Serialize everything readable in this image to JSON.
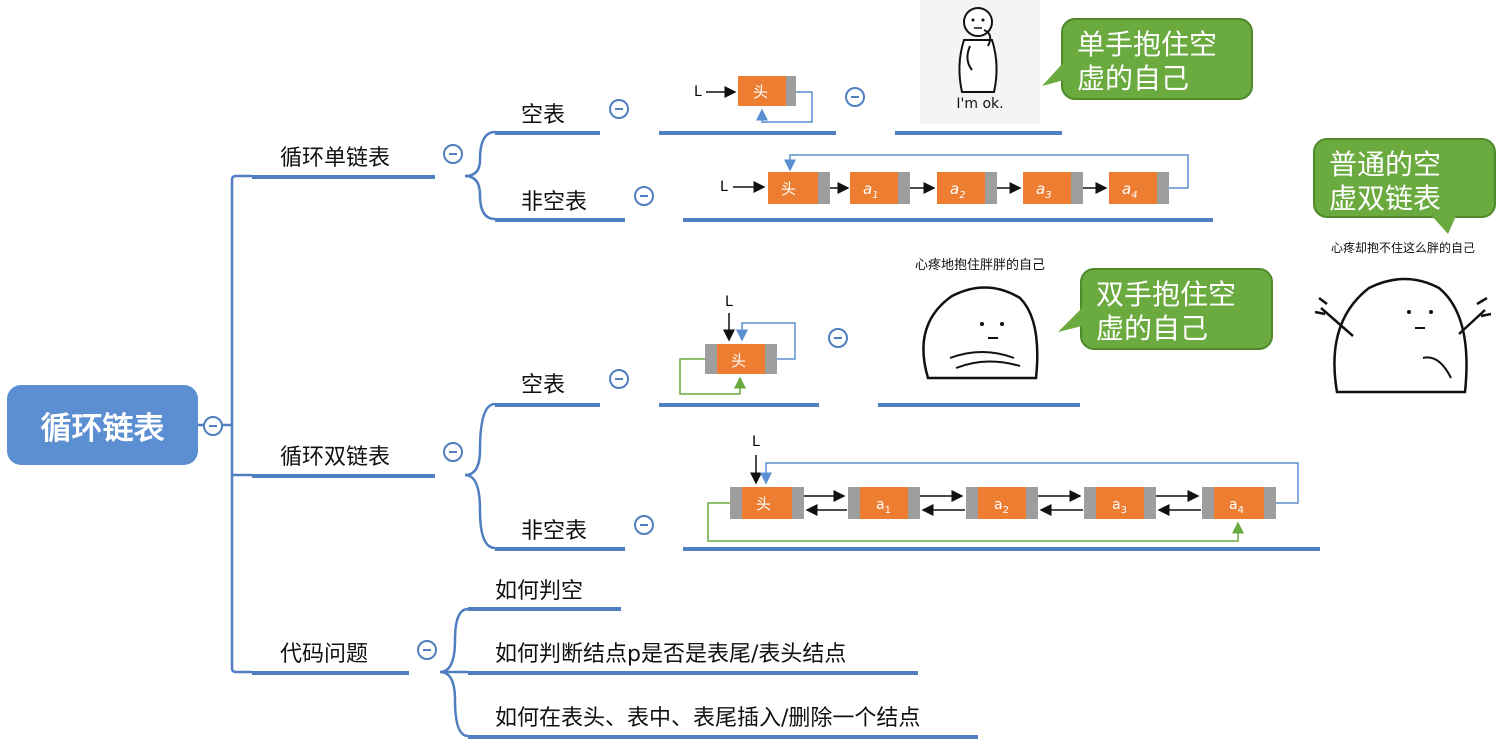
{
  "root": {
    "label": "循环链表"
  },
  "branches": {
    "single": {
      "label": "循环单链表",
      "empty": {
        "label": "空表"
      },
      "nonempty": {
        "label": "非空表"
      }
    },
    "double": {
      "label": "循环双链表",
      "empty": {
        "label": "空表"
      },
      "nonempty": {
        "label": "非空表"
      }
    },
    "code": {
      "label": "代码问题",
      "items": [
        "如何判空",
        "如何判断结点p是否是表尾/表头结点",
        "如何在表头、表中、表尾插入/删除一个结点"
      ]
    }
  },
  "diagrams": {
    "pointer_label": "L",
    "head_label": "头",
    "nodes": [
      "a",
      "a",
      "a",
      "a"
    ],
    "node_subscripts": [
      "1",
      "2",
      "3",
      "4"
    ]
  },
  "bubbles": {
    "single_empty": [
      "单手抱住空",
      "虚的自己"
    ],
    "double_empty": [
      "双手抱住空",
      "虚的自己"
    ],
    "double_plain": [
      "普通的空",
      "虚双链表"
    ]
  },
  "memes": {
    "single": "I'm ok.",
    "double": "心疼地抱住胖胖的自己",
    "plain": "心疼却抱不住这么胖的自己"
  },
  "colors": {
    "root": "#5b8fd1",
    "line": "#4f7fc0",
    "node": "#ed7d31",
    "node_side": "#9e9e9e",
    "bubble": "#6aaa3e",
    "back_link": "#6aaa3e"
  }
}
